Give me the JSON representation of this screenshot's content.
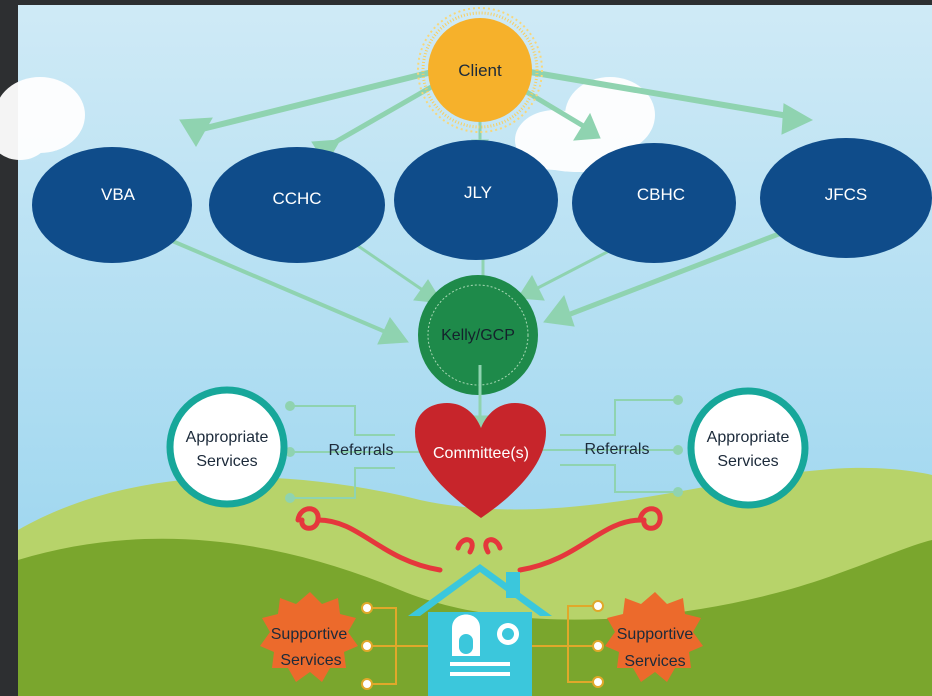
{
  "colors": {
    "frame": "#2d2f31",
    "sky_top": "#cfeaf6",
    "sky_bottom": "#8fd0ec",
    "hill_dark": "#7aa62d",
    "hill_light": "#b8d36a",
    "agency": "#0f4c8a",
    "client": "#f6b12b",
    "kelly": "#1e8a4a",
    "heart": "#c7252b",
    "arrow": "#8fd3b0",
    "services_ring": "#17a79a",
    "supportive": "#ec6a2c",
    "house": "#3bc7dc",
    "connector_gold": "#e0a82a",
    "ribbon": "#e5373c"
  },
  "nodes": {
    "client": "Client",
    "agencies": [
      "VBA",
      "CCHC",
      "JLY",
      "CBHC",
      "JFCS"
    ],
    "coordinator": "Kelly/GCP",
    "committee": "Committee(s)",
    "referrals_left": "Referrals",
    "referrals_right": "Referrals",
    "appropriate_left": [
      "Appropriate",
      "Services"
    ],
    "appropriate_right": [
      "Appropriate",
      "Services"
    ],
    "supportive_left": [
      "Supportive",
      "Services"
    ],
    "supportive_right": [
      "Supportive",
      "Services"
    ]
  },
  "icons": {
    "house": "house-icon",
    "ribbon": "ribbon-swirl-icon"
  }
}
